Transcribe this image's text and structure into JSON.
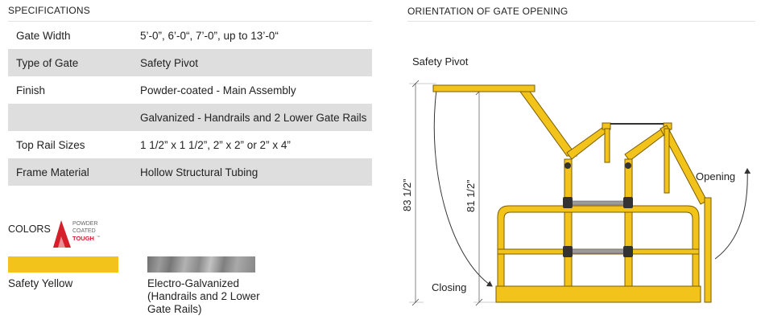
{
  "specifications": {
    "title": "SPECIFICATIONS",
    "rows": [
      {
        "label": "Gate Width",
        "value": "5’-0”, 6’-0“, 7’-0”, up to 13’-0“"
      },
      {
        "label": "Type of Gate",
        "value": "Safety Pivot"
      },
      {
        "label": "Finish",
        "value": "Powder-coated - Main Assembly"
      },
      {
        "label": "",
        "value": "Galvanized - Handrails and 2 Lower Gate Rails"
      },
      {
        "label": "Top Rail Sizes",
        "value": "1 1/2” x 1 1/2”, 2” x 2” or 2” x 4”"
      },
      {
        "label": "Frame Material",
        "value": "Hollow Structural Tubing"
      }
    ]
  },
  "colors": {
    "label": "COLORS",
    "logo": {
      "line1": "POWDER",
      "line2": "COATED",
      "line3": "TOUGH",
      "mark": "™"
    },
    "swatches": [
      {
        "name": "Safety Yellow",
        "color": "#f2c31b"
      },
      {
        "name_line1": "Electro-Galvanized",
        "name_line2": "(Handrails and 2 Lower",
        "name_line3": "Gate Rails)",
        "color": "#8e8e8e"
      }
    ]
  },
  "orientation": {
    "title": "ORIENTATION OF GATE OPENING",
    "type_label": "Safety Pivot",
    "dim_outer": "83 1/2”",
    "dim_inner": "81 1/2”",
    "closing_label": "Closing",
    "opening_label": "Opening"
  },
  "palette": {
    "gate_yellow": "#f2c31b",
    "gate_outline": "#7a5c00",
    "galvanized": "#9a9a9a"
  }
}
